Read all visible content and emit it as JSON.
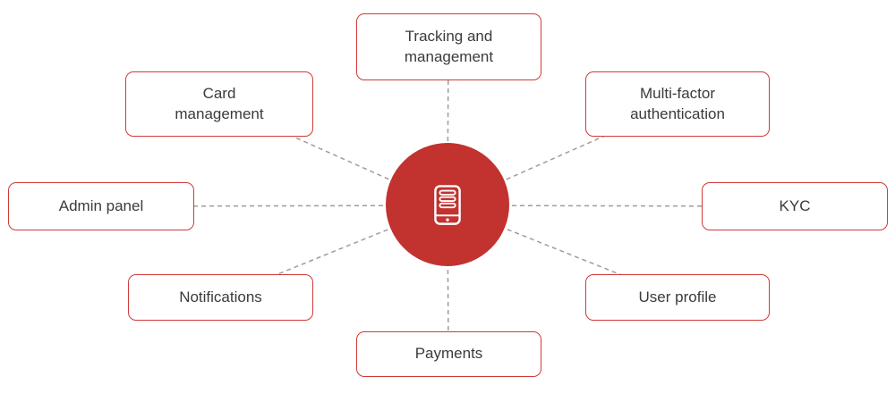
{
  "center": {
    "icon": "mobile-app-icon"
  },
  "nodes": [
    {
      "id": "tracking-management",
      "label": "Tracking and management"
    },
    {
      "id": "multi-factor-authentication",
      "label": "Multi-factor authentication"
    },
    {
      "id": "kyc",
      "label": "KYC"
    },
    {
      "id": "user-profile",
      "label": "User profile"
    },
    {
      "id": "payments",
      "label": "Payments"
    },
    {
      "id": "notifications",
      "label": "Notifications"
    },
    {
      "id": "admin-panel",
      "label": "Admin panel"
    },
    {
      "id": "card-management",
      "label": "Card management"
    }
  ],
  "colors": {
    "accent_red": "#c2322f",
    "border_red": "#cf3a37",
    "connector": "#a59a9a",
    "text": "#3d3a39",
    "bg": "#ffffff"
  }
}
